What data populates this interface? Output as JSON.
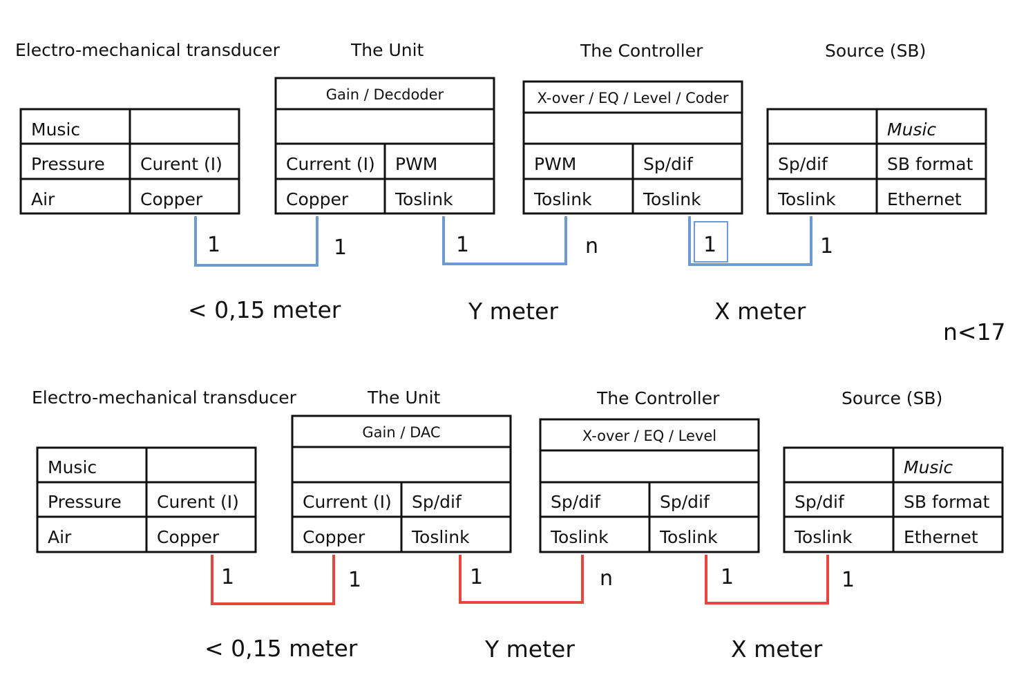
{
  "top": {
    "titles": {
      "transducer": "Electro-mechanical transducer",
      "unit": "The Unit",
      "controller": "The Controller",
      "source": "Source  (SB)"
    },
    "transducer": {
      "r1c1": "Music",
      "r2c1": "Pressure",
      "r2c2": "Curent (I)",
      "r3c1": "Air",
      "r3c2": "Copper"
    },
    "unit": {
      "header": "Gain / Decdoder",
      "r2c1": "Current (I)",
      "r2c2": "PWM",
      "r3c1": "Copper",
      "r3c2": "Toslink"
    },
    "controller": {
      "header": "X-over / EQ / Level / Coder",
      "r2c1": "PWM",
      "r2c2": "Sp/dif",
      "r3c1": "Toslink",
      "r3c2": "Toslink"
    },
    "source": {
      "r1c2": "Music",
      "r2c1": "Sp/dif",
      "r2c2": "SB format",
      "r3c1": "Toslink",
      "r3c2": "Ethernet"
    },
    "links": [
      {
        "left": "1",
        "right": "1",
        "distance": "< 0,15 meter"
      },
      {
        "left": "1",
        "right": "n",
        "distance": "Y meter"
      },
      {
        "left": "1",
        "right": "1",
        "distance": "X meter"
      }
    ],
    "note": "n<17",
    "line_color": "#6b9bd1"
  },
  "bottom": {
    "titles": {
      "transducer": "Electro-mechanical transducer",
      "unit": "The Unit",
      "controller": "The Controller",
      "source": "Source  (SB)"
    },
    "transducer": {
      "r1c1": "Music",
      "r2c1": "Pressure",
      "r2c2": "Curent (I)",
      "r3c1": "Air",
      "r3c2": "Copper"
    },
    "unit": {
      "header": "Gain / DAC",
      "r2c1": "Current (I)",
      "r2c2": "Sp/dif",
      "r3c1": "Copper",
      "r3c2": "Toslink"
    },
    "controller": {
      "header": "X-over / EQ / Level",
      "r2c1": "Sp/dif",
      "r2c2": "Sp/dif",
      "r3c1": "Toslink",
      "r3c2": "Toslink"
    },
    "source": {
      "r1c2": "Music",
      "r2c1": "Sp/dif",
      "r2c2": "SB format",
      "r3c1": "Toslink",
      "r3c2": "Ethernet"
    },
    "links": [
      {
        "left": "1",
        "right": "1",
        "distance": "< 0,15 meter"
      },
      {
        "left": "1",
        "right": "n",
        "distance": "Y meter"
      },
      {
        "left": "1",
        "right": "1",
        "distance": "X meter"
      }
    ],
    "line_color": "#e8453c"
  }
}
